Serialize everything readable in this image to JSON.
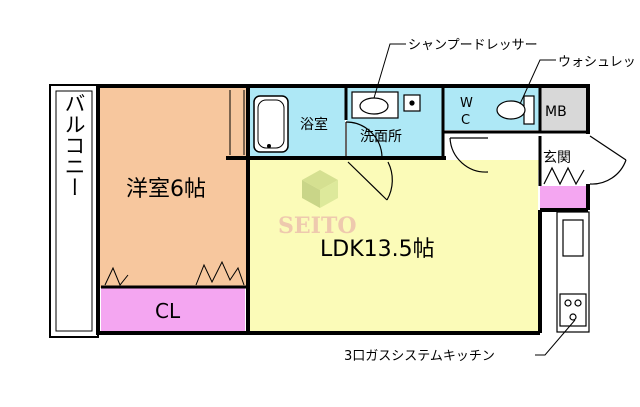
{
  "labels": {
    "shampoo_dresser": "シャンプードレッサー",
    "washlet": "ウォシュレッ",
    "balcony": "バルコニー",
    "western_room": "洋室6帖",
    "bathroom": "浴室",
    "washroom": "洗面所",
    "wc_w": "W",
    "wc_c": "C",
    "mb": "MB",
    "entrance": "玄関",
    "ldk": "LDK13.5帖",
    "closet": "CL",
    "kitchen": "3口ガスシステムキッチン",
    "watermark": "SEITO"
  },
  "colors": {
    "western_room": "#f7c79e",
    "ldk": "#fbfbb8",
    "wet_area": "#aee8f6",
    "closet": "#f4a6f1",
    "mb": "#d8d8d8",
    "wall": "#000000"
  },
  "icons": [
    "bathtub-icon",
    "washbasin-icon",
    "toilet-icon",
    "stove-icon",
    "sink-icon",
    "logo-watermark-icon"
  ]
}
